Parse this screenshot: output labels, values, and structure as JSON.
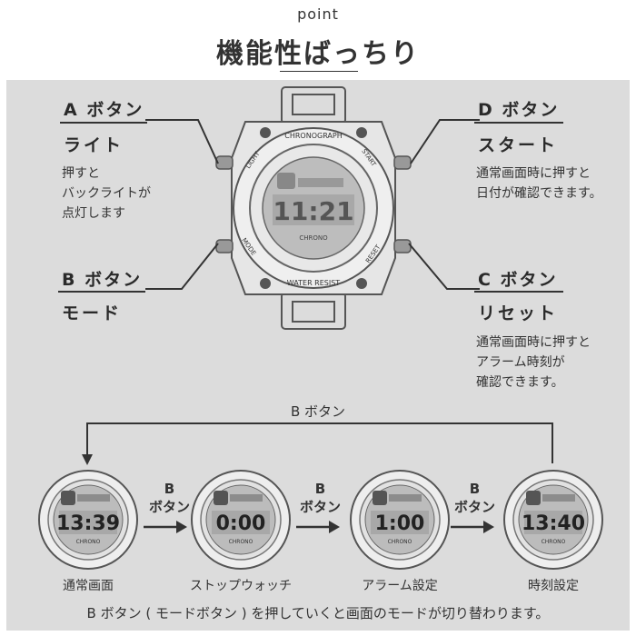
{
  "header": {
    "label": "point",
    "title": "機能性ばっちり"
  },
  "buttons": {
    "a": {
      "head": "A ボタン",
      "name": "ライト",
      "desc": [
        "押すと",
        "バックライトが",
        "点灯します"
      ]
    },
    "b": {
      "head": "B ボタン",
      "name": "モード"
    },
    "c": {
      "head": "C ボタン",
      "name": "リセット",
      "desc": [
        "通常画面時に押すと",
        "アラーム時刻が",
        "確認できます。"
      ]
    },
    "d": {
      "head": "D ボタン",
      "name": "スタート",
      "desc": [
        "通常画面時に押すと",
        "日付が確認できます。"
      ]
    }
  },
  "watch": {
    "bezel_top": "CHRONOGRAPH",
    "bezel_bottom": "WATER RESIST",
    "bezel_left_top": "LIGHT",
    "bezel_left_bottom": "MODE",
    "bezel_right_top": "START",
    "bezel_right_bottom": "RESET",
    "display_time": "11:21",
    "brand": "CHRONO"
  },
  "cycle": {
    "label": "B ボタン",
    "arrow_label_line1": "B",
    "arrow_label_line2": "ボタン",
    "modes": [
      {
        "label": "通常画面",
        "time": "13:39",
        "brand": "CHRONO"
      },
      {
        "label": "ストップウォッチ",
        "time": "0:00",
        "brand": "CHRONO"
      },
      {
        "label": "アラーム設定",
        "time": "1:00",
        "brand": "CHRONO"
      },
      {
        "label": "時刻設定",
        "time": "13:40",
        "brand": "CHRONO"
      }
    ]
  },
  "footer": {
    "note": "B ボタン ( モードボタン ) を押していくと画面のモードが切り替わります。"
  }
}
